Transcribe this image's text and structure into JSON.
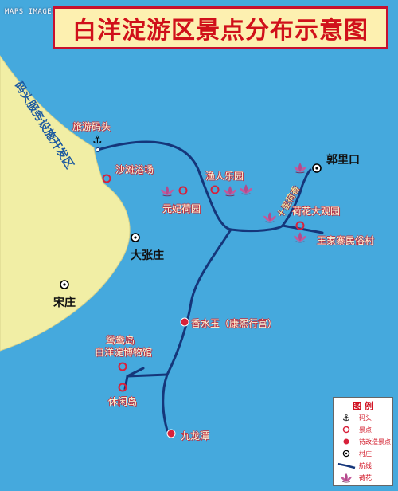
{
  "watermark": "MAPS IMAGES HJJQ.COM",
  "title": "白洋淀游区景点分布示意图",
  "zone_label": "码头服务设施开发区",
  "labels": {
    "pier": "旅游码头",
    "shatan": "沙滩浴场",
    "yuren": "渔人乐园",
    "yuanfei": "元妃荷园",
    "guoli": "郭里口",
    "shili": "十里荷香",
    "hehua": "荷花大观园",
    "wangjia": "王家寨民俗村",
    "dazhang": "大张庄",
    "song": "宋庄",
    "xiangshui": "香水玉（康熙行宫）",
    "jiaweidao": "鸳鸯岛",
    "museum": "白洋淀博物馆",
    "xiuxian": "休闲岛",
    "jiulong": "九龙潭"
  },
  "legend": {
    "title": "图  例",
    "items": [
      {
        "icon": "anchor-icon",
        "label": "码头"
      },
      {
        "icon": "scenic-spot-icon",
        "label": "景点"
      },
      {
        "icon": "planned-spot-icon",
        "label": "待改造景点"
      },
      {
        "icon": "village-icon",
        "label": "村庄"
      },
      {
        "icon": "route-line-icon",
        "label": "航线"
      },
      {
        "icon": "lotus-icon",
        "label": "荷花"
      }
    ]
  },
  "colors": {
    "water": "#45a9dd",
    "land": "#f1eea5",
    "route": "#15367a",
    "spot": "#d8213a",
    "title_red": "#d0101a",
    "lotus": "#b44a8c"
  }
}
